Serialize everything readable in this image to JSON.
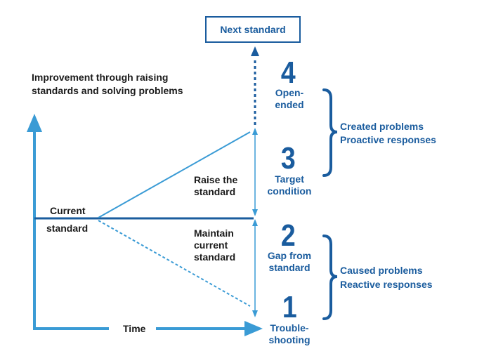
{
  "title": "Improvement through raising standards and solving problems",
  "next_standard": "Next standard",
  "axis": {
    "x_label": "Time"
  },
  "labels": {
    "current_1": "Current",
    "current_2": "standard",
    "raise": "Raise the\nstandard",
    "maintain": "Maintain\ncurrent\nstandard"
  },
  "levels": [
    {
      "number": "4",
      "label": "Open-\nended"
    },
    {
      "number": "3",
      "label": "Target\ncondition"
    },
    {
      "number": "2",
      "label": "Gap from\nstandard"
    },
    {
      "number": "1",
      "label": "Trouble-\nshooting"
    }
  ],
  "groups": [
    {
      "line1": "Created problems",
      "line2": "Proactive responses"
    },
    {
      "line1": "Caused problems",
      "line2": "Reactive responses"
    }
  ],
  "colors": {
    "primary": "#1a5c9e",
    "light": "#3a9bd5",
    "text": "#1a1a1a"
  }
}
